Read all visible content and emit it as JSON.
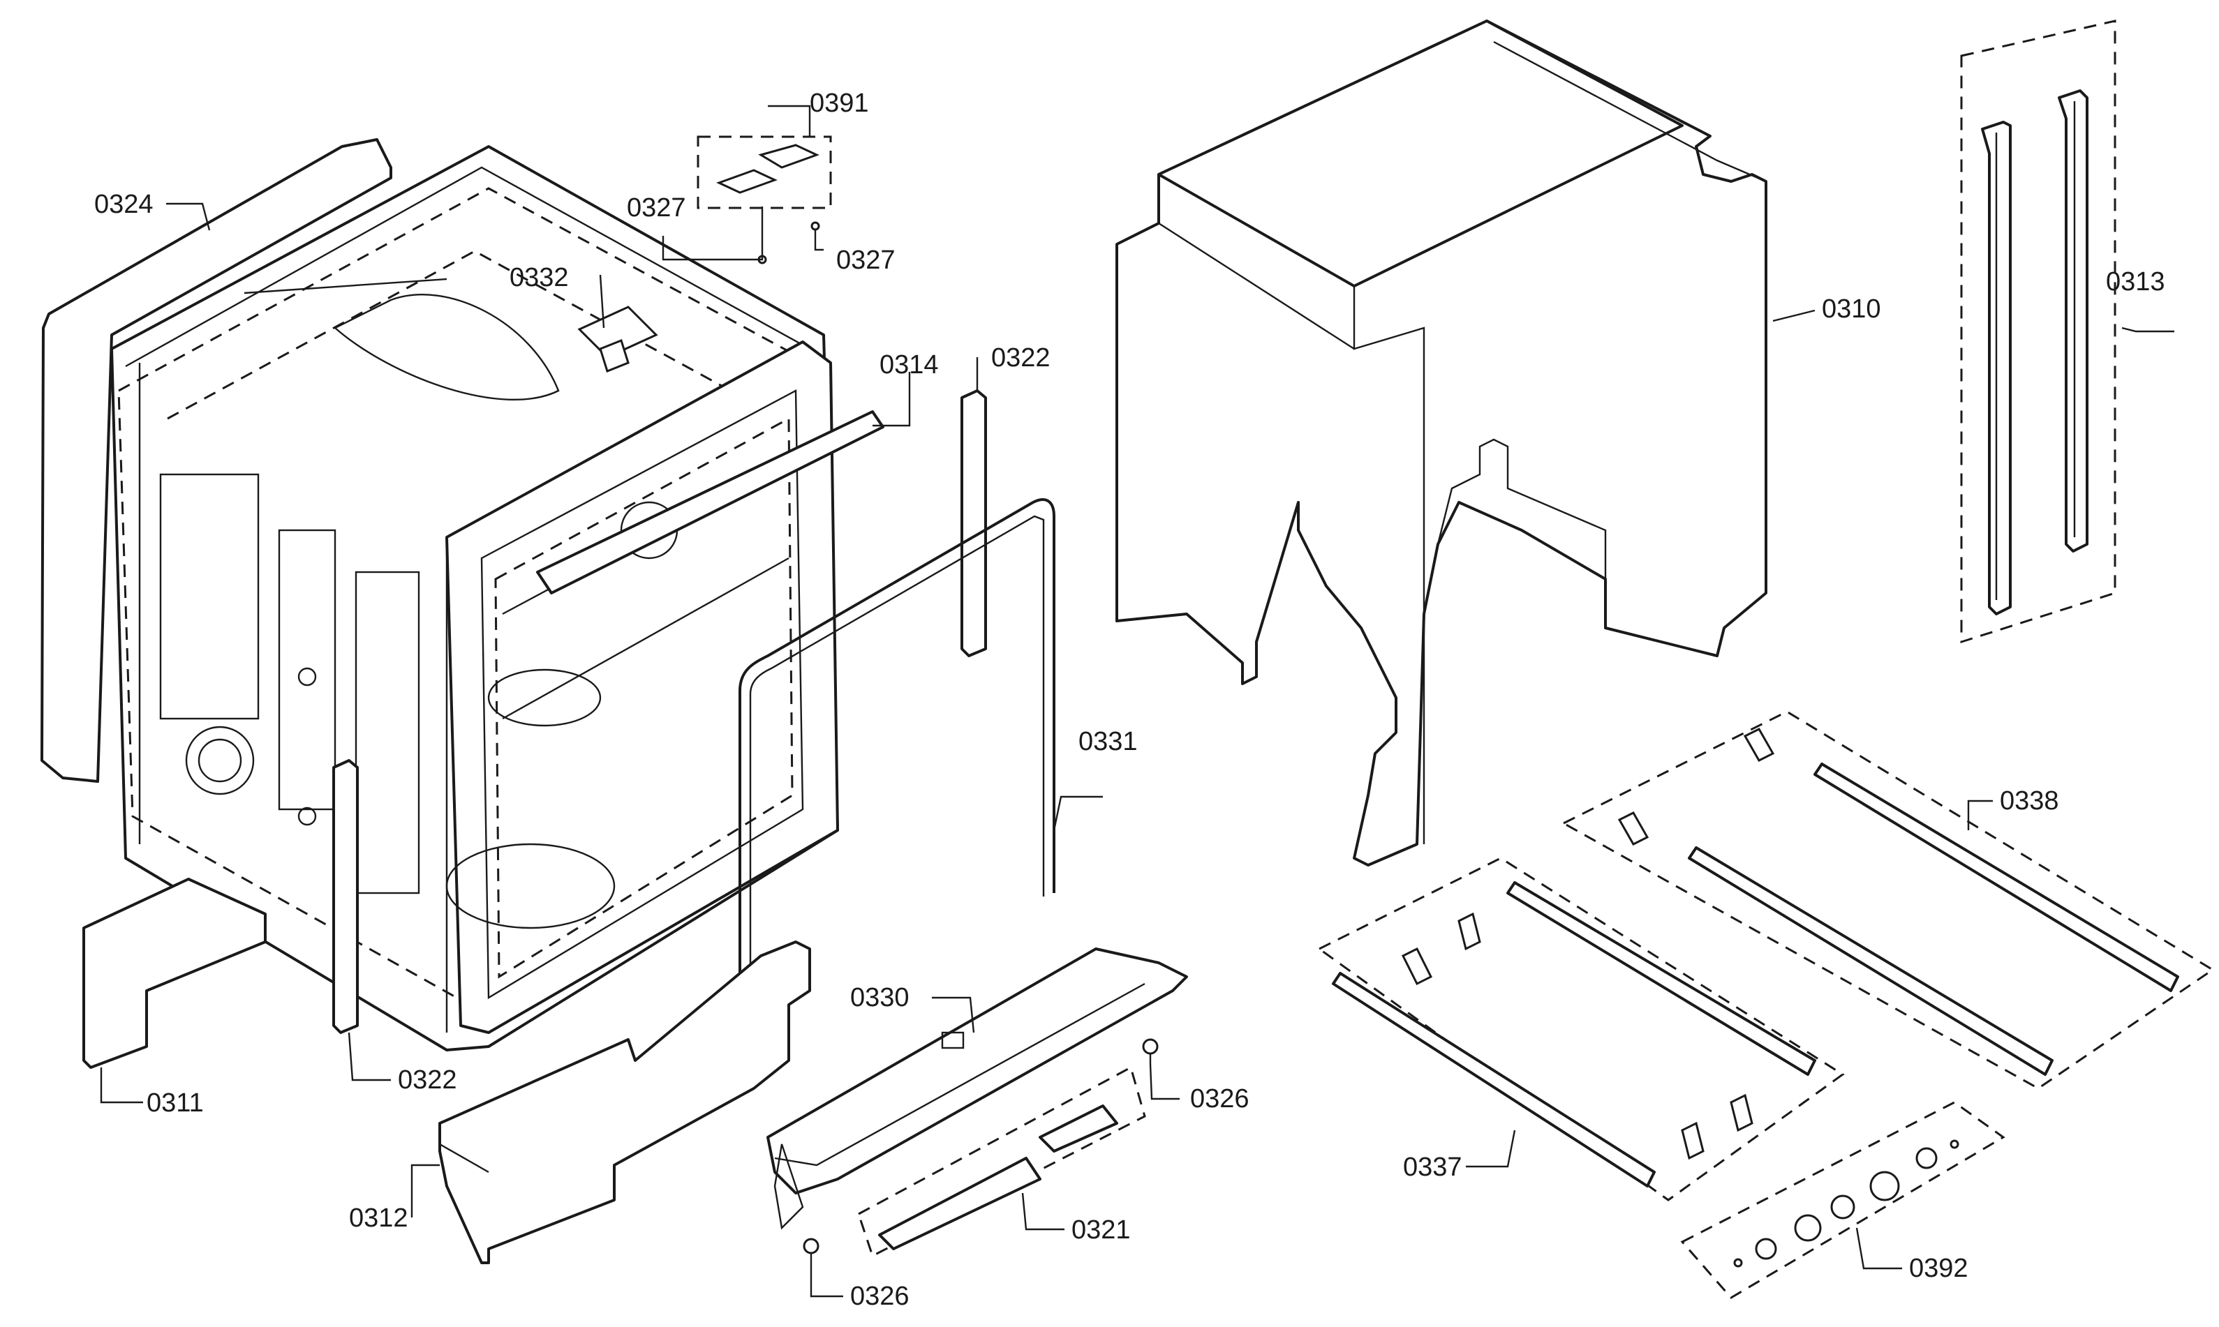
{
  "labels": {
    "p0324": "0324",
    "p0391": "0391",
    "p0327a": "0327",
    "p0327b": "0327",
    "p0332": "0332",
    "p0314": "0314",
    "p0322a": "0322",
    "p0322b": "0322",
    "p0310": "0310",
    "p0313": "0313",
    "p0331": "0331",
    "p0338": "0338",
    "p0330": "0330",
    "p0326a": "0326",
    "p0326b": "0326",
    "p0311": "0311",
    "p0312": "0312",
    "p0321": "0321",
    "p0337": "0337",
    "p0392": "0392"
  }
}
